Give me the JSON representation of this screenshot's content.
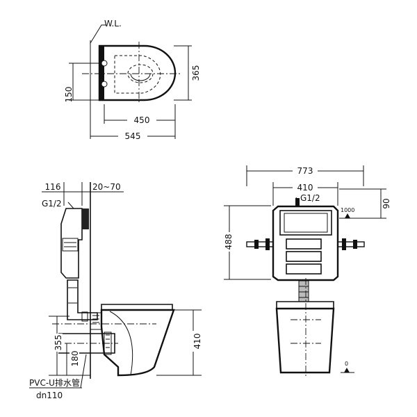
{
  "top_view": {
    "water_level_label": "W.L.",
    "dims": {
      "depth": "365",
      "offset": "150",
      "bowl_length": "450",
      "total_length": "545"
    }
  },
  "side_view": {
    "dims": {
      "frame_depth": "116",
      "gap_range": "20~70",
      "pan_height": "410",
      "drain_height": "355",
      "drain_center": "180"
    },
    "inlet_label": "G1/2",
    "pipe_label": "PVC-U排水管",
    "pipe_size": "dn110"
  },
  "front_view": {
    "dims": {
      "bracket_width": "773",
      "frame_width": "410",
      "top_offset": "90",
      "cistern_height": "488"
    },
    "inlet_label": "G1/2",
    "level_1000": "1000",
    "level_0": "0"
  }
}
